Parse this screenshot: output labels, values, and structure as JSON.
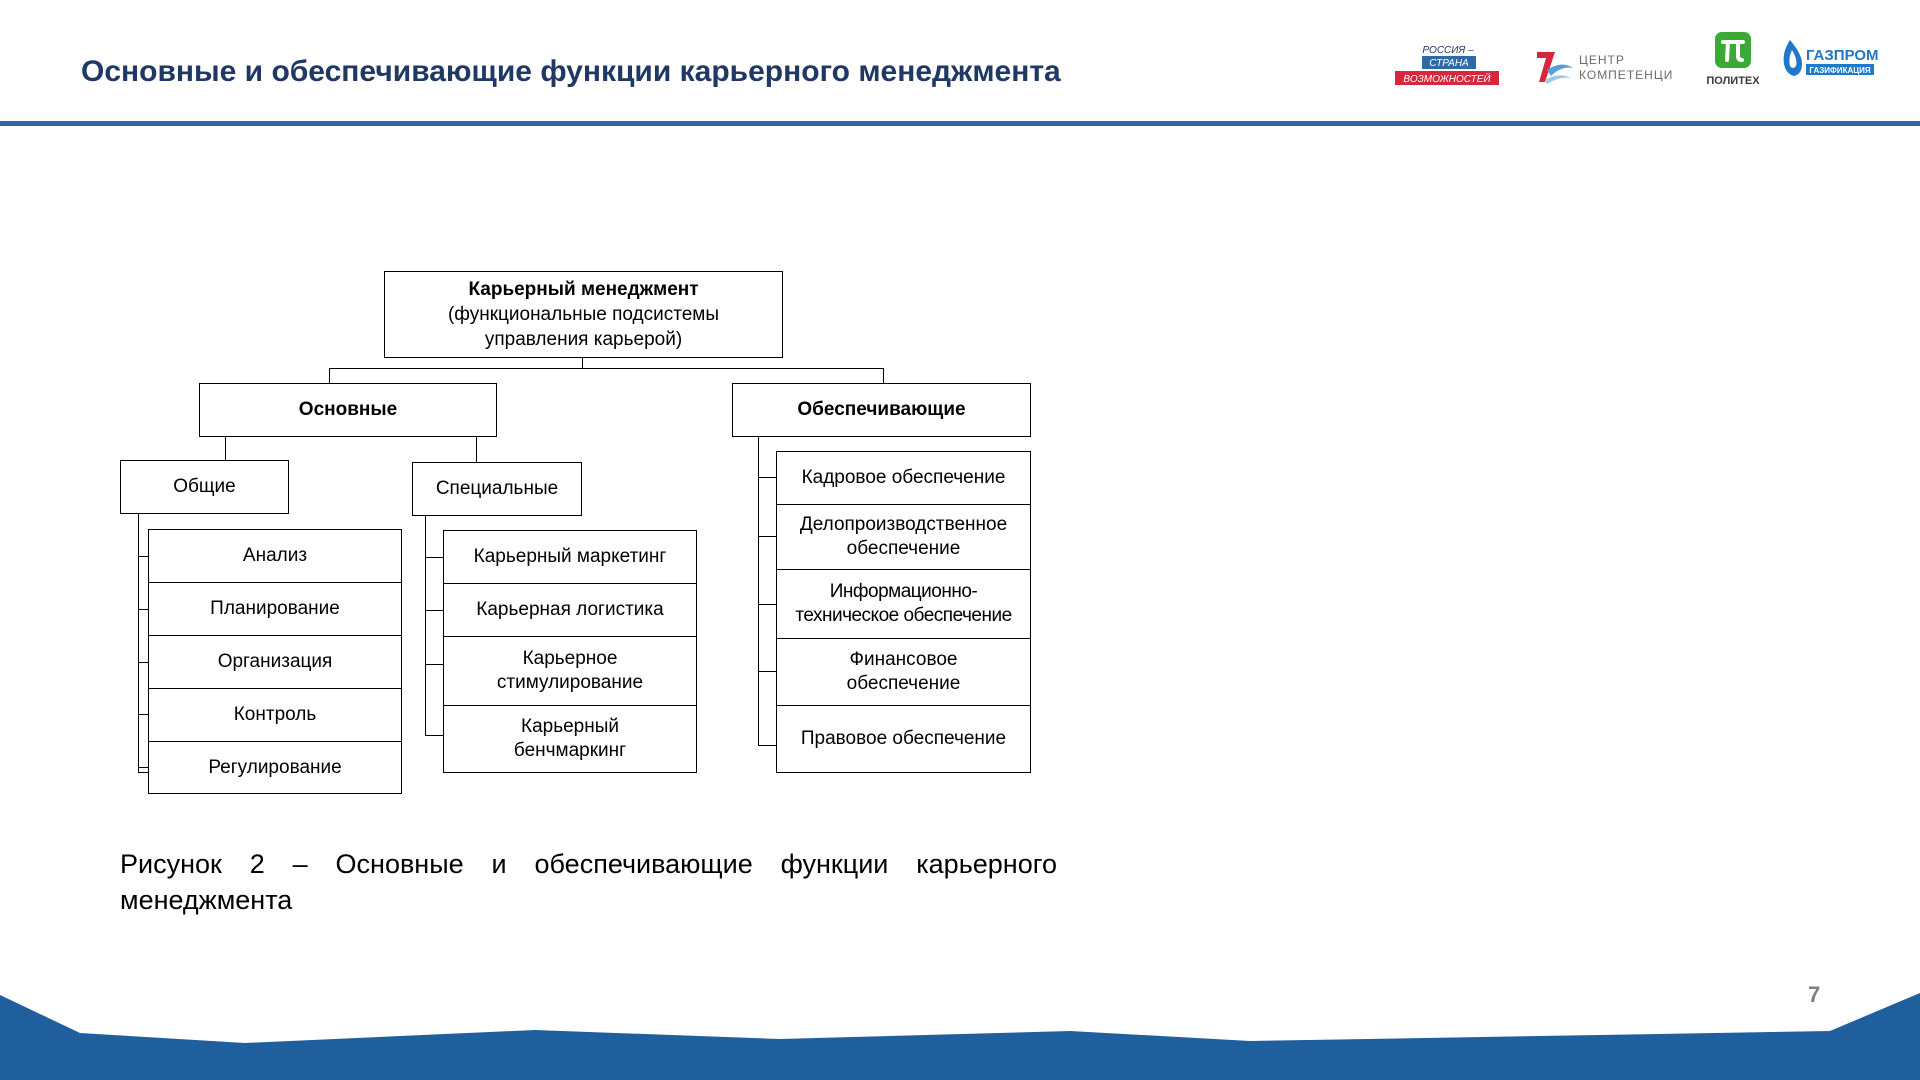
{
  "slide": {
    "title": "Основные и обеспечивающие функции карьерного менеджмента",
    "page_number": "7",
    "caption": "Рисунок 2 – Основные и обеспечивающие функции карьерного менеджмента"
  },
  "logos": {
    "russia": {
      "line1": "РОССИЯ –",
      "line2": "СТРАНА",
      "line3": "ВОЗМОЖНОСТЕЙ"
    },
    "competence": {
      "line1": "ЦЕНТР",
      "line2": "КОМПЕТЕНЦИЙ"
    },
    "politech": {
      "label": "ПОЛИТЕХ"
    },
    "gazprom": {
      "line1": "ГАЗПРОМ",
      "line2": "ГАЗИФИКАЦИЯ"
    }
  },
  "diagram": {
    "root": {
      "title": "Карьерный менеджмент",
      "subtitle": "(функциональные подсистемы управления карьерой)"
    },
    "main": {
      "label": "Основные"
    },
    "support": {
      "label": "Обеспечивающие"
    },
    "general": {
      "label": "Общие",
      "items": [
        "Анализ",
        "Планирование",
        "Организация",
        "Контроль",
        "Регулирование"
      ]
    },
    "special": {
      "label": "Специальные",
      "items": [
        "Карьерный маркетинг",
        "Карьерная логистика",
        "Карьерное стимулирование",
        "Карьерный бенчмаркинг"
      ]
    },
    "support_items": [
      "Кадровое обеспечение",
      "Делопроизводственное обеспечение",
      "Информационно-техническое обеспечение",
      "Финансовое обеспечение",
      "Правовое обеспечение"
    ]
  },
  "colors": {
    "title": "#1f3864",
    "header_rule": "#2e6aa8",
    "footer": "#1f5f9e",
    "page_number": "#7f7f7f"
  }
}
